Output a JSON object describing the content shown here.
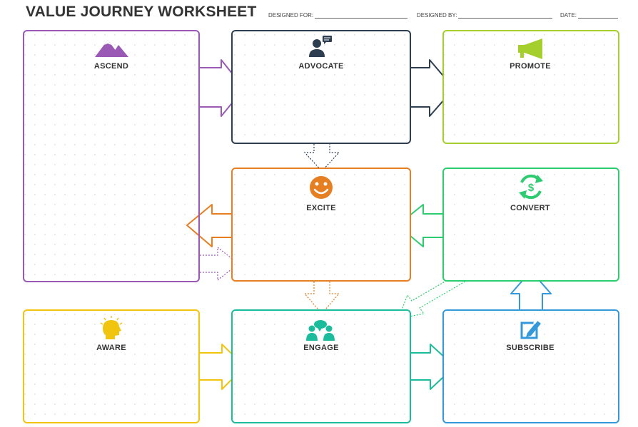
{
  "header": {
    "title": "VALUE JOURNEY WORKSHEET",
    "designed_for_label": "DESIGNED FOR:",
    "designed_by_label": "DESIGNED BY:",
    "date_label": "DATE:"
  },
  "stages": {
    "ascend": {
      "label": "ASCEND",
      "color": "#9b59b6",
      "icon": "mountain-icon"
    },
    "advocate": {
      "label": "ADVOCATE",
      "color": "#2c3e50",
      "icon": "speaking-person-icon"
    },
    "promote": {
      "label": "PROMOTE",
      "color": "#a4cf2c",
      "icon": "megaphone-icon"
    },
    "excite": {
      "label": "EXCITE",
      "color": "#e67e22",
      "icon": "smiley-face-icon"
    },
    "convert": {
      "label": "CONVERT",
      "color": "#2ecc71",
      "icon": "dollar-cycle-icon"
    },
    "aware": {
      "label": "AWARE",
      "color": "#f1c40f",
      "icon": "idea-head-icon"
    },
    "engage": {
      "label": "ENGAGE",
      "color": "#1abc9c",
      "icon": "people-chat-icon"
    },
    "subscribe": {
      "label": "SUBSCRIBE",
      "color": "#3498db",
      "icon": "edit-form-icon"
    }
  }
}
